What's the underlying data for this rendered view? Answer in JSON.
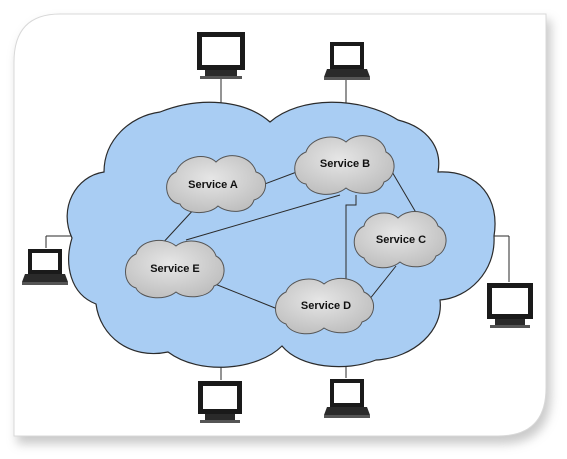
{
  "diagram": {
    "services": [
      {
        "id": "A",
        "label": "Service A"
      },
      {
        "id": "B",
        "label": "Service B"
      },
      {
        "id": "C",
        "label": "Service C"
      },
      {
        "id": "D",
        "label": "Service D"
      },
      {
        "id": "E",
        "label": "Service E"
      }
    ],
    "connections": [
      [
        "A",
        "E"
      ],
      [
        "A",
        "B"
      ],
      [
        "B",
        "E"
      ],
      [
        "B",
        "C"
      ],
      [
        "B",
        "D"
      ],
      [
        "C",
        "D"
      ],
      [
        "E",
        "D"
      ]
    ],
    "client_computers": [
      {
        "icon": "desktop-computer-icon"
      },
      {
        "icon": "laptop-computer-icon"
      },
      {
        "icon": "laptop-computer-icon"
      },
      {
        "icon": "desktop-computer-icon"
      },
      {
        "icon": "laptop-computer-icon"
      },
      {
        "icon": "desktop-computer-icon"
      }
    ],
    "colors": {
      "cloud_fill": "#a9cdf3",
      "cloud_stroke": "#2b2b2b",
      "service_fill": "#cfcfcf",
      "service_stroke": "#555555",
      "frame_fill": "#ffffff",
      "frame_shadow": "#b8b8b8",
      "link": "#2a2a2a"
    }
  }
}
